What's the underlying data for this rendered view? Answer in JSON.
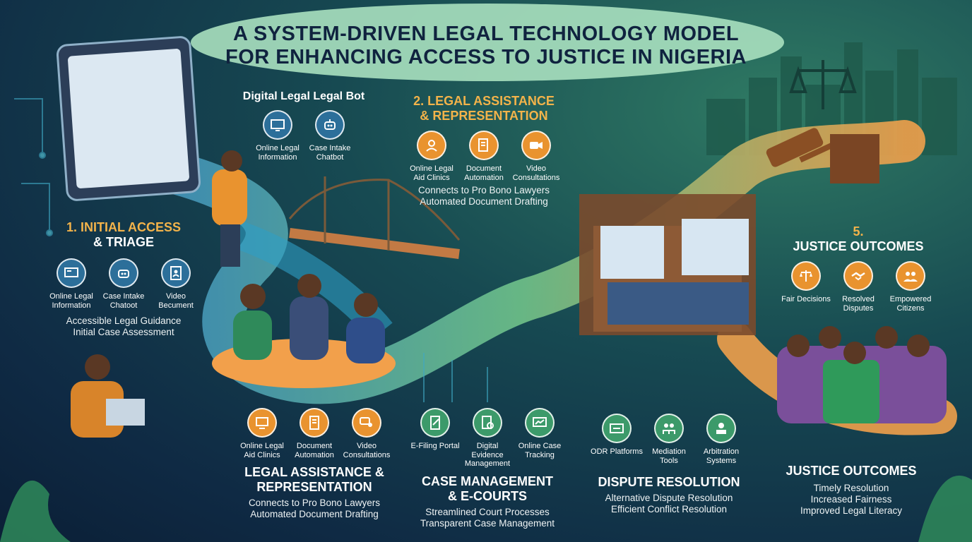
{
  "title": {
    "line1": "A SYSTEM-DRIVEN LEGAL TECHNOLOGY MODEL",
    "line2": "FOR ENHANCING ACCESS TO JUSTICE IN NIGERIA"
  },
  "bot_panel": {
    "heading": "Digital Legal Legal Bot",
    "items": [
      {
        "label": "Online Legal Information",
        "icon": "monitor-icon"
      },
      {
        "label": "Case Intake Chatbot",
        "icon": "robot-icon"
      }
    ]
  },
  "section1": {
    "title_line1": "1. INITIAL ACCESS",
    "title_line2": "& TRIAGE",
    "items": [
      {
        "label": "Online Legal Information",
        "icon": "monitor-icon"
      },
      {
        "label": "Case Intake Chatoot",
        "icon": "robot-icon"
      },
      {
        "label": "Video Becument",
        "icon": "document-user-icon"
      }
    ],
    "desc_line1": "Accessible Legal Guidance",
    "desc_line2": "Initial Case Assessment"
  },
  "section2": {
    "title_line1": "2. LEGAL ASSISTANCE",
    "title_line2": "& REPRESENTATION",
    "items": [
      {
        "label": "Online Legal Aid Clinics",
        "icon": "user-headset-icon"
      },
      {
        "label": "Document Automation",
        "icon": "document-pen-icon"
      },
      {
        "label": "Video Consultations",
        "icon": "video-camera-icon"
      }
    ],
    "desc_line1": "Connects to Pro Bono Lawyers",
    "desc_line2": "Automated Document Drafting"
  },
  "section5": {
    "title_line1": "5.",
    "title_line2": "JUSTICE OUTCOMES",
    "items": [
      {
        "label": "Fair Decisions",
        "icon": "scales-icon"
      },
      {
        "label": "Resolved Disputes",
        "icon": "handshake-icon"
      },
      {
        "label": "Empowered Citizens",
        "icon": "people-icon"
      }
    ]
  },
  "bottom_legal": {
    "items": [
      {
        "label": "Online Legal Aid Clinics",
        "icon": "computer-icon"
      },
      {
        "label": "Document Automation",
        "icon": "document-icon"
      },
      {
        "label": "Video Consultations",
        "icon": "chat-user-icon"
      }
    ],
    "title_line1": "LEGAL ASSISTANCE &",
    "title_line2": "REPRESENTATION",
    "desc_line1": "Connects to Pro Bono Lawyers",
    "desc_line2": "Automated Document Drafting"
  },
  "bottom_case": {
    "items": [
      {
        "label": "E-Filing Portal",
        "icon": "file-pen-icon"
      },
      {
        "label": "Digital Evidence Management",
        "icon": "evidence-icon"
      },
      {
        "label": "Online Case Tracking",
        "icon": "tracking-icon"
      }
    ],
    "title_line1": "CASE MANAGEMENT",
    "title_line2": "& E-COURTS",
    "desc_line1": "Streamlined Court Processes",
    "desc_line2": "Transparent Case Management"
  },
  "bottom_dispute": {
    "items": [
      {
        "label": "ODR Platforms",
        "icon": "odr-screen-icon"
      },
      {
        "label": "Mediation Tools",
        "icon": "mediation-icon"
      },
      {
        "label": "Arbitration Systems",
        "icon": "arbitrator-icon"
      }
    ],
    "title": "DISPUTE RESOLUTION",
    "desc_line1": "Alternative Dispute Resolution",
    "desc_line2": "Efficient Conflict Resolution"
  },
  "bottom_outcomes": {
    "title": "JUSTICE OUTCOMES",
    "desc_line1": "Timely Resolution",
    "desc_line2": "Increased Fairness",
    "desc_line3": "Improved Legal Literacy"
  },
  "colors": {
    "accent_orange": "#f3b34a",
    "path_blue": "#3d8fc0",
    "path_green": "#6fc28a",
    "path_orange": "#f0a04b"
  }
}
